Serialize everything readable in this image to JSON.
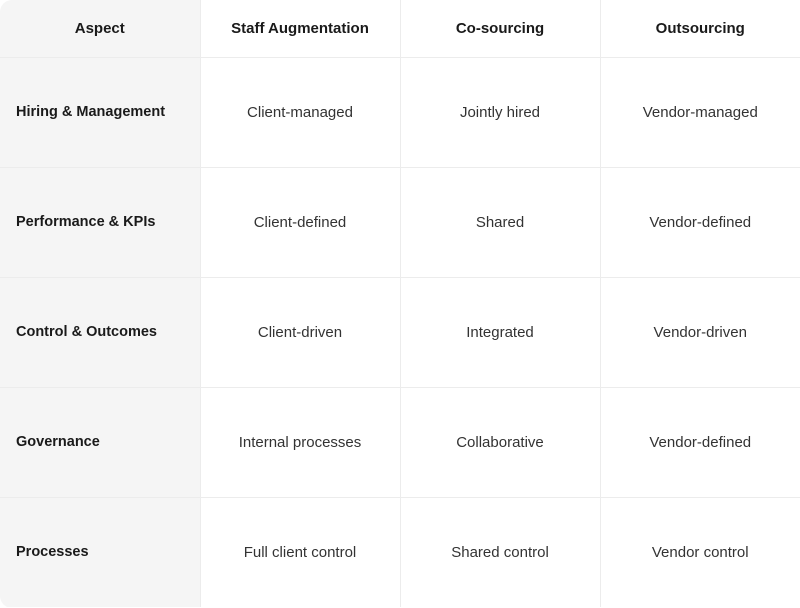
{
  "table": {
    "columns": [
      "Aspect",
      "Staff Augmentation",
      "Co-sourcing",
      "Outsourcing"
    ],
    "rows": [
      {
        "aspect": "Hiring & Management",
        "staff_augmentation": "Client-managed",
        "co_sourcing": "Jointly hired",
        "outsourcing": "Vendor-managed"
      },
      {
        "aspect": "Performance & KPIs",
        "staff_augmentation": "Client-defined",
        "co_sourcing": "Shared",
        "outsourcing": "Vendor-defined"
      },
      {
        "aspect": "Control & Outcomes",
        "staff_augmentation": "Client-driven",
        "co_sourcing": "Integrated",
        "outsourcing": "Vendor-driven"
      },
      {
        "aspect": "Governance",
        "staff_augmentation": "Internal processes",
        "co_sourcing": "Collaborative",
        "outsourcing": "Vendor-defined"
      },
      {
        "aspect": "Processes",
        "staff_augmentation": "Full client control",
        "co_sourcing": "Shared control",
        "outsourcing": "Vendor control"
      }
    ]
  },
  "colors": {
    "card_background": "#ffffff",
    "aspect_column_background": "#f5f5f5",
    "border": "#ececec",
    "header_text": "#1a1a1a",
    "body_text": "#333333"
  }
}
